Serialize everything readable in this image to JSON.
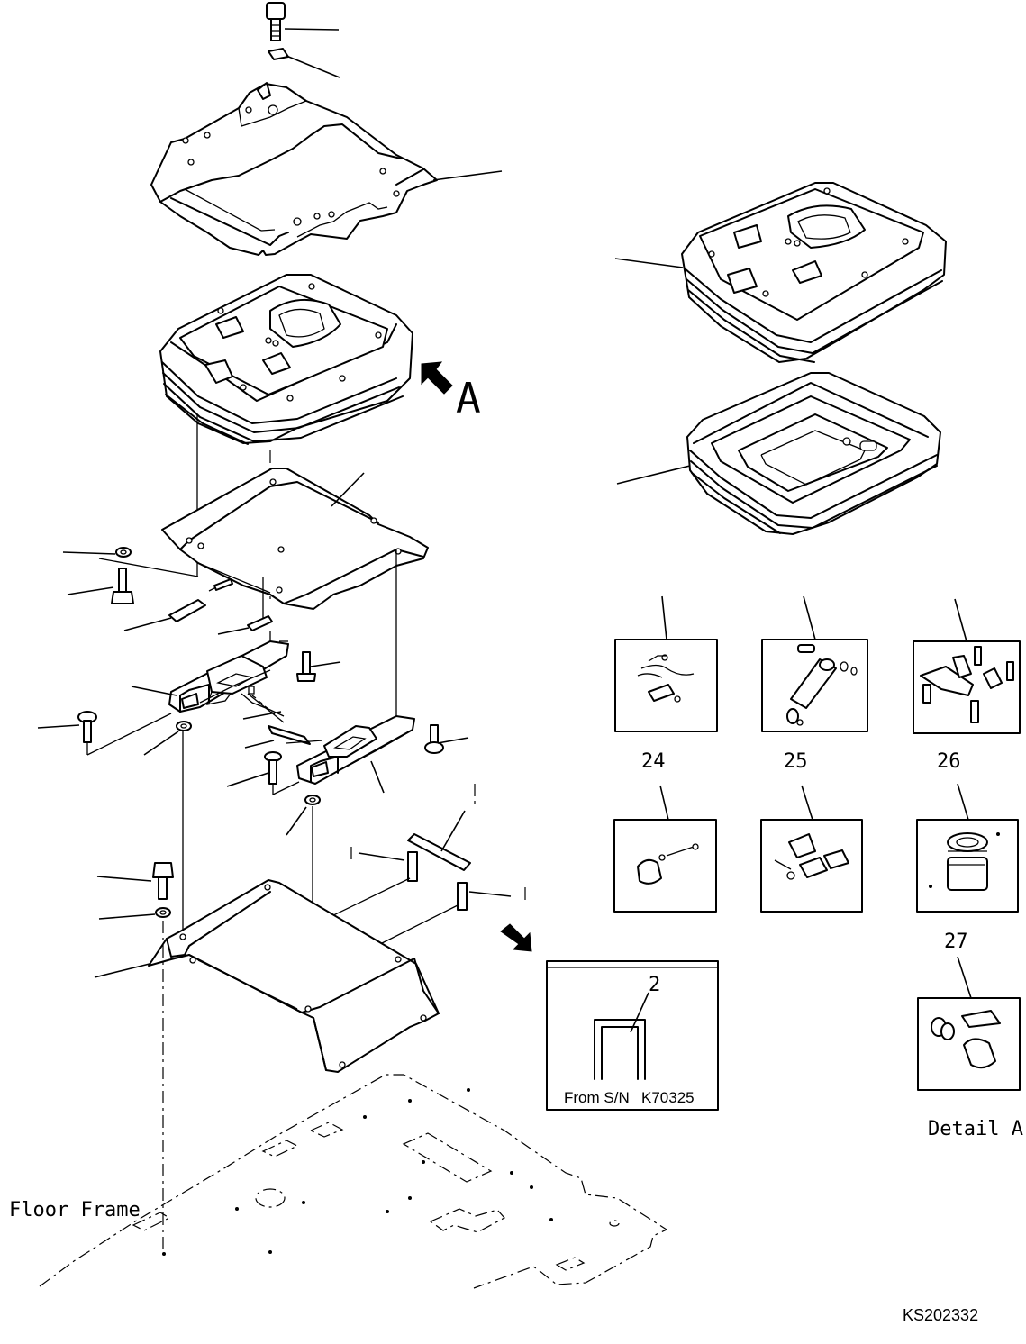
{
  "drawing": {
    "view_label": "A",
    "inset_box": {
      "callout": "2",
      "note_prefix": "From S/N",
      "note_serial": "K70325"
    },
    "thumbnails": [
      {
        "id": "kit-24",
        "number": "24"
      },
      {
        "id": "kit-25",
        "number": "25"
      },
      {
        "id": "kit-26",
        "number": "26"
      },
      {
        "id": "kit-27",
        "number": "27"
      }
    ],
    "detail_label": "Detail A",
    "floor_frame_label": "Floor Frame",
    "drawing_id": "KS202332"
  }
}
